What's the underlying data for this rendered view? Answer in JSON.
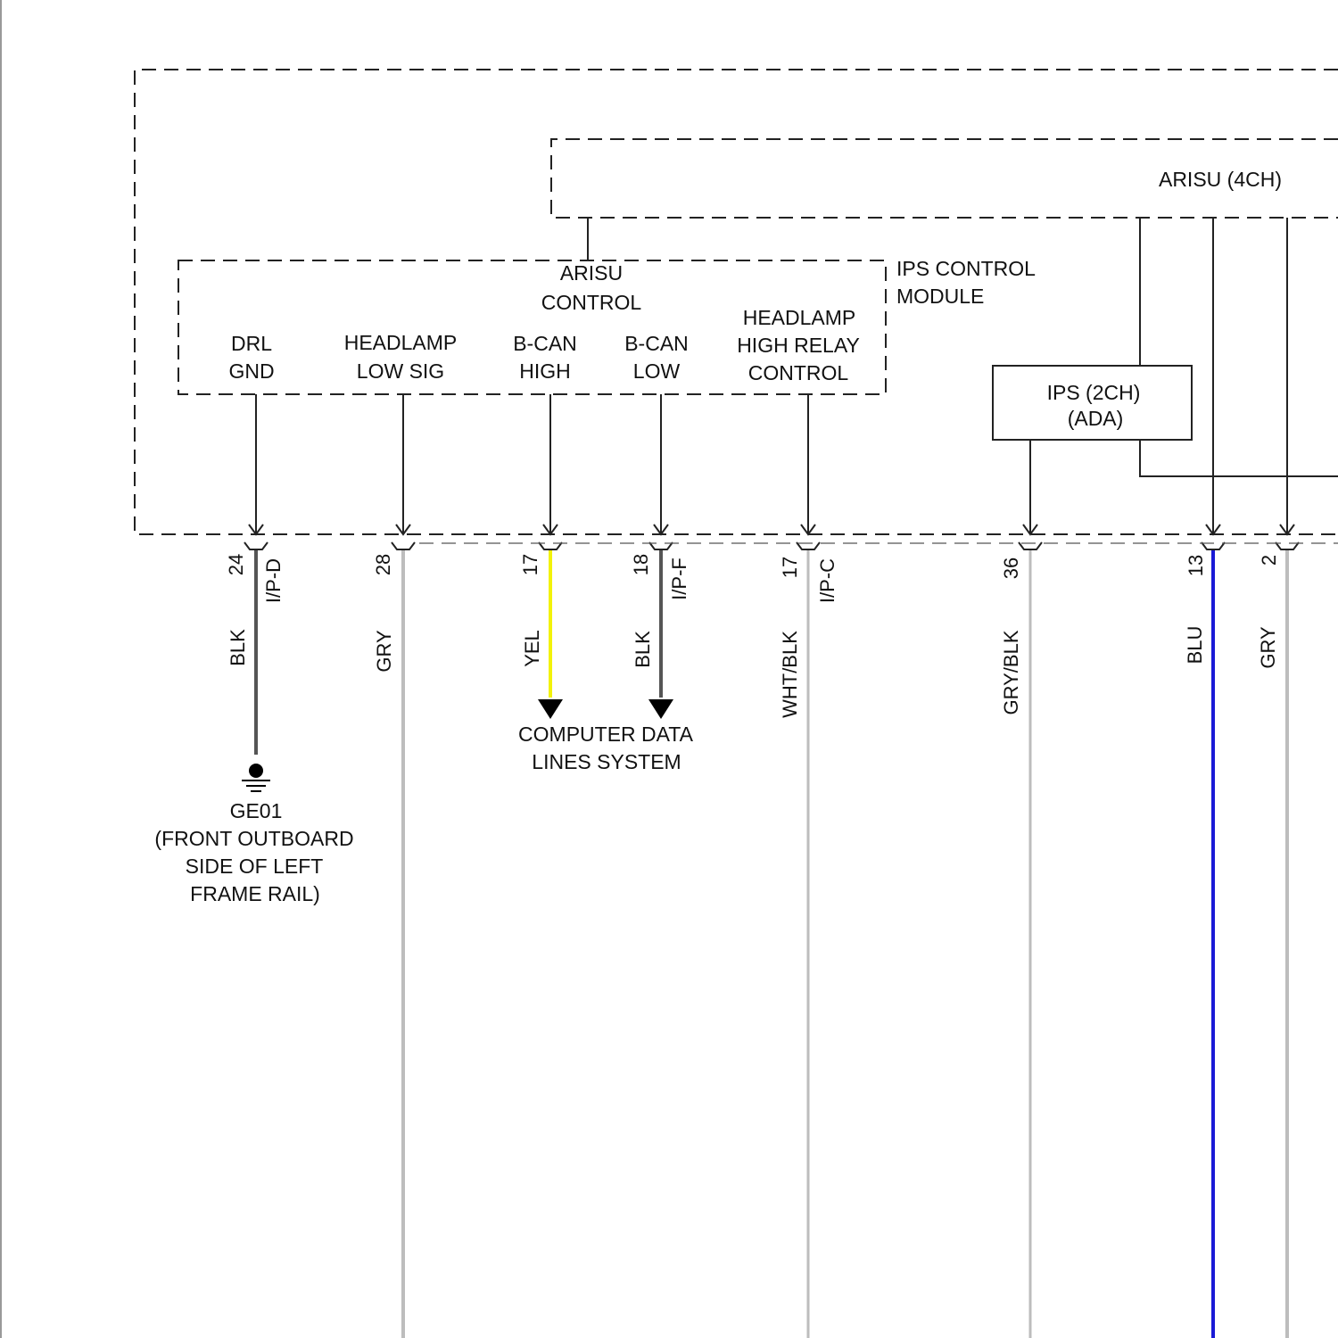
{
  "modules": {
    "arisu_4ch": "ARISU (4CH)",
    "arisu_control": [
      "ARISU",
      "CONTROL"
    ],
    "ips_control_module": [
      "IPS CONTROL",
      "MODULE"
    ],
    "ips_2ch": [
      "IPS (2CH)",
      "(ADA)"
    ]
  },
  "functions": {
    "drl_gnd": [
      "DRL",
      "GND"
    ],
    "headlamp_low_sig": [
      "HEADLAMP",
      "LOW SIG"
    ],
    "bcan_high": [
      "B-CAN",
      "HIGH"
    ],
    "bcan_low": [
      "B-CAN",
      "LOW"
    ],
    "headlamp_high_relay": [
      "HEADLAMP",
      "HIGH RELAY",
      "CONTROL"
    ]
  },
  "wires": [
    {
      "pin": "24",
      "connector": "I/P-D",
      "color": "BLK",
      "hex": "#555555"
    },
    {
      "pin": "28",
      "connector": "",
      "color": "GRY",
      "hex": "#bdbdbd"
    },
    {
      "pin": "17",
      "connector": "",
      "color": "YEL",
      "hex": "#f2f20a"
    },
    {
      "pin": "18",
      "connector": "I/P-F",
      "color": "BLK",
      "hex": "#555555"
    },
    {
      "pin": "17",
      "connector": "I/P-C",
      "color": "WHT/BLK",
      "hex": "#bdbdbd"
    },
    {
      "pin": "36",
      "connector": "",
      "color": "GRY/BLK",
      "hex": "#bdbdbd"
    },
    {
      "pin": "13",
      "connector": "",
      "color": "BLU",
      "hex": "#1a1ad6"
    },
    {
      "pin": "2",
      "connector": "",
      "color": "GRY",
      "hex": "#bdbdbd"
    }
  ],
  "ground": [
    "GE01",
    "(FRONT OUTBOARD",
    "SIDE OF LEFT",
    "FRAME RAIL)"
  ],
  "data_lines": [
    "COMPUTER DATA",
    "LINES SYSTEM"
  ]
}
